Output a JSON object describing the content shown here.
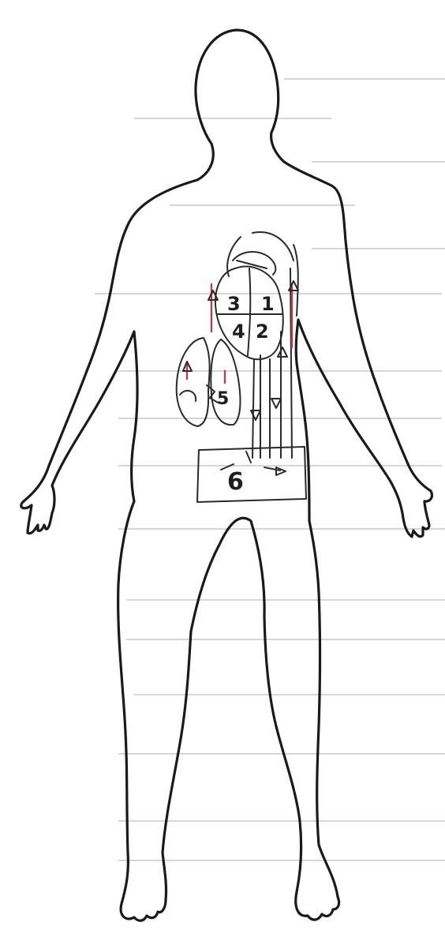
{
  "diagram": {
    "labels": [
      {
        "id": "1",
        "text": "1"
      },
      {
        "id": "2",
        "text": "2"
      },
      {
        "id": "3",
        "text": "3"
      },
      {
        "id": "4",
        "text": "4"
      },
      {
        "id": "5",
        "text": "5"
      },
      {
        "id": "6",
        "text": "6"
      }
    ]
  },
  "colors": {
    "outline": "#1a1a1a",
    "pencil": "#2a2a2a",
    "red_pencil": "#b0414b",
    "paper": "#ffffff"
  }
}
